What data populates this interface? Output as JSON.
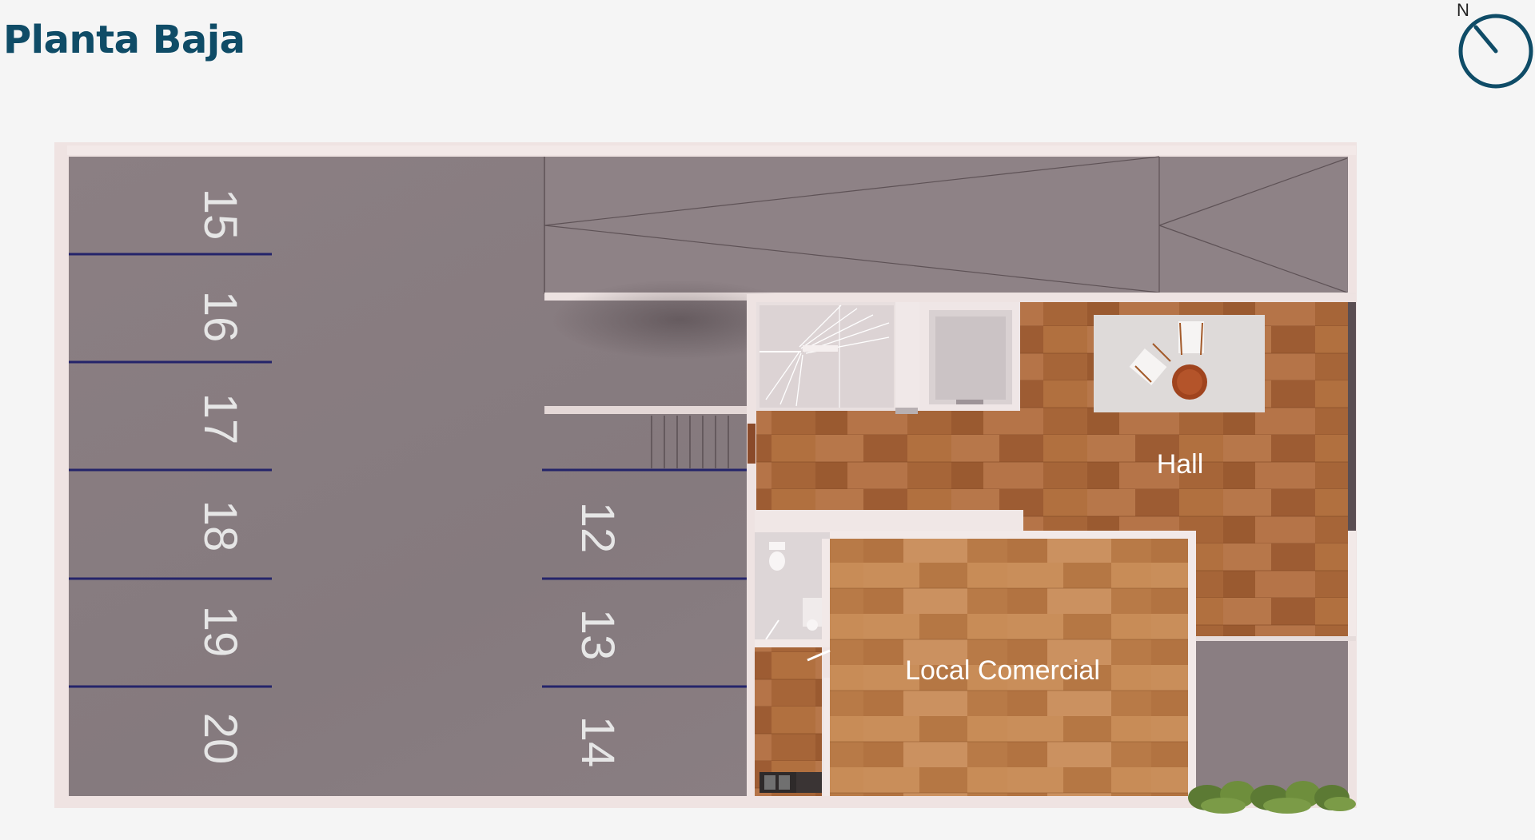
{
  "header": {
    "title": "Planta Baja"
  },
  "compass": {
    "north_label": "N",
    "icon": "compass-icon",
    "color": "#0f4c67"
  },
  "parking": {
    "left_spots": [
      "15",
      "16",
      "17",
      "18",
      "19",
      "20"
    ],
    "right_spots": [
      "12",
      "13",
      "14"
    ]
  },
  "rooms": {
    "hall": "Hall",
    "local": "Local Comercial"
  },
  "colors": {
    "concrete": "#8a7d81",
    "wall": "#f2e7e6",
    "wood": "#a5663a",
    "line_blue": "#24246a",
    "title_blue": "#0f4c67"
  }
}
